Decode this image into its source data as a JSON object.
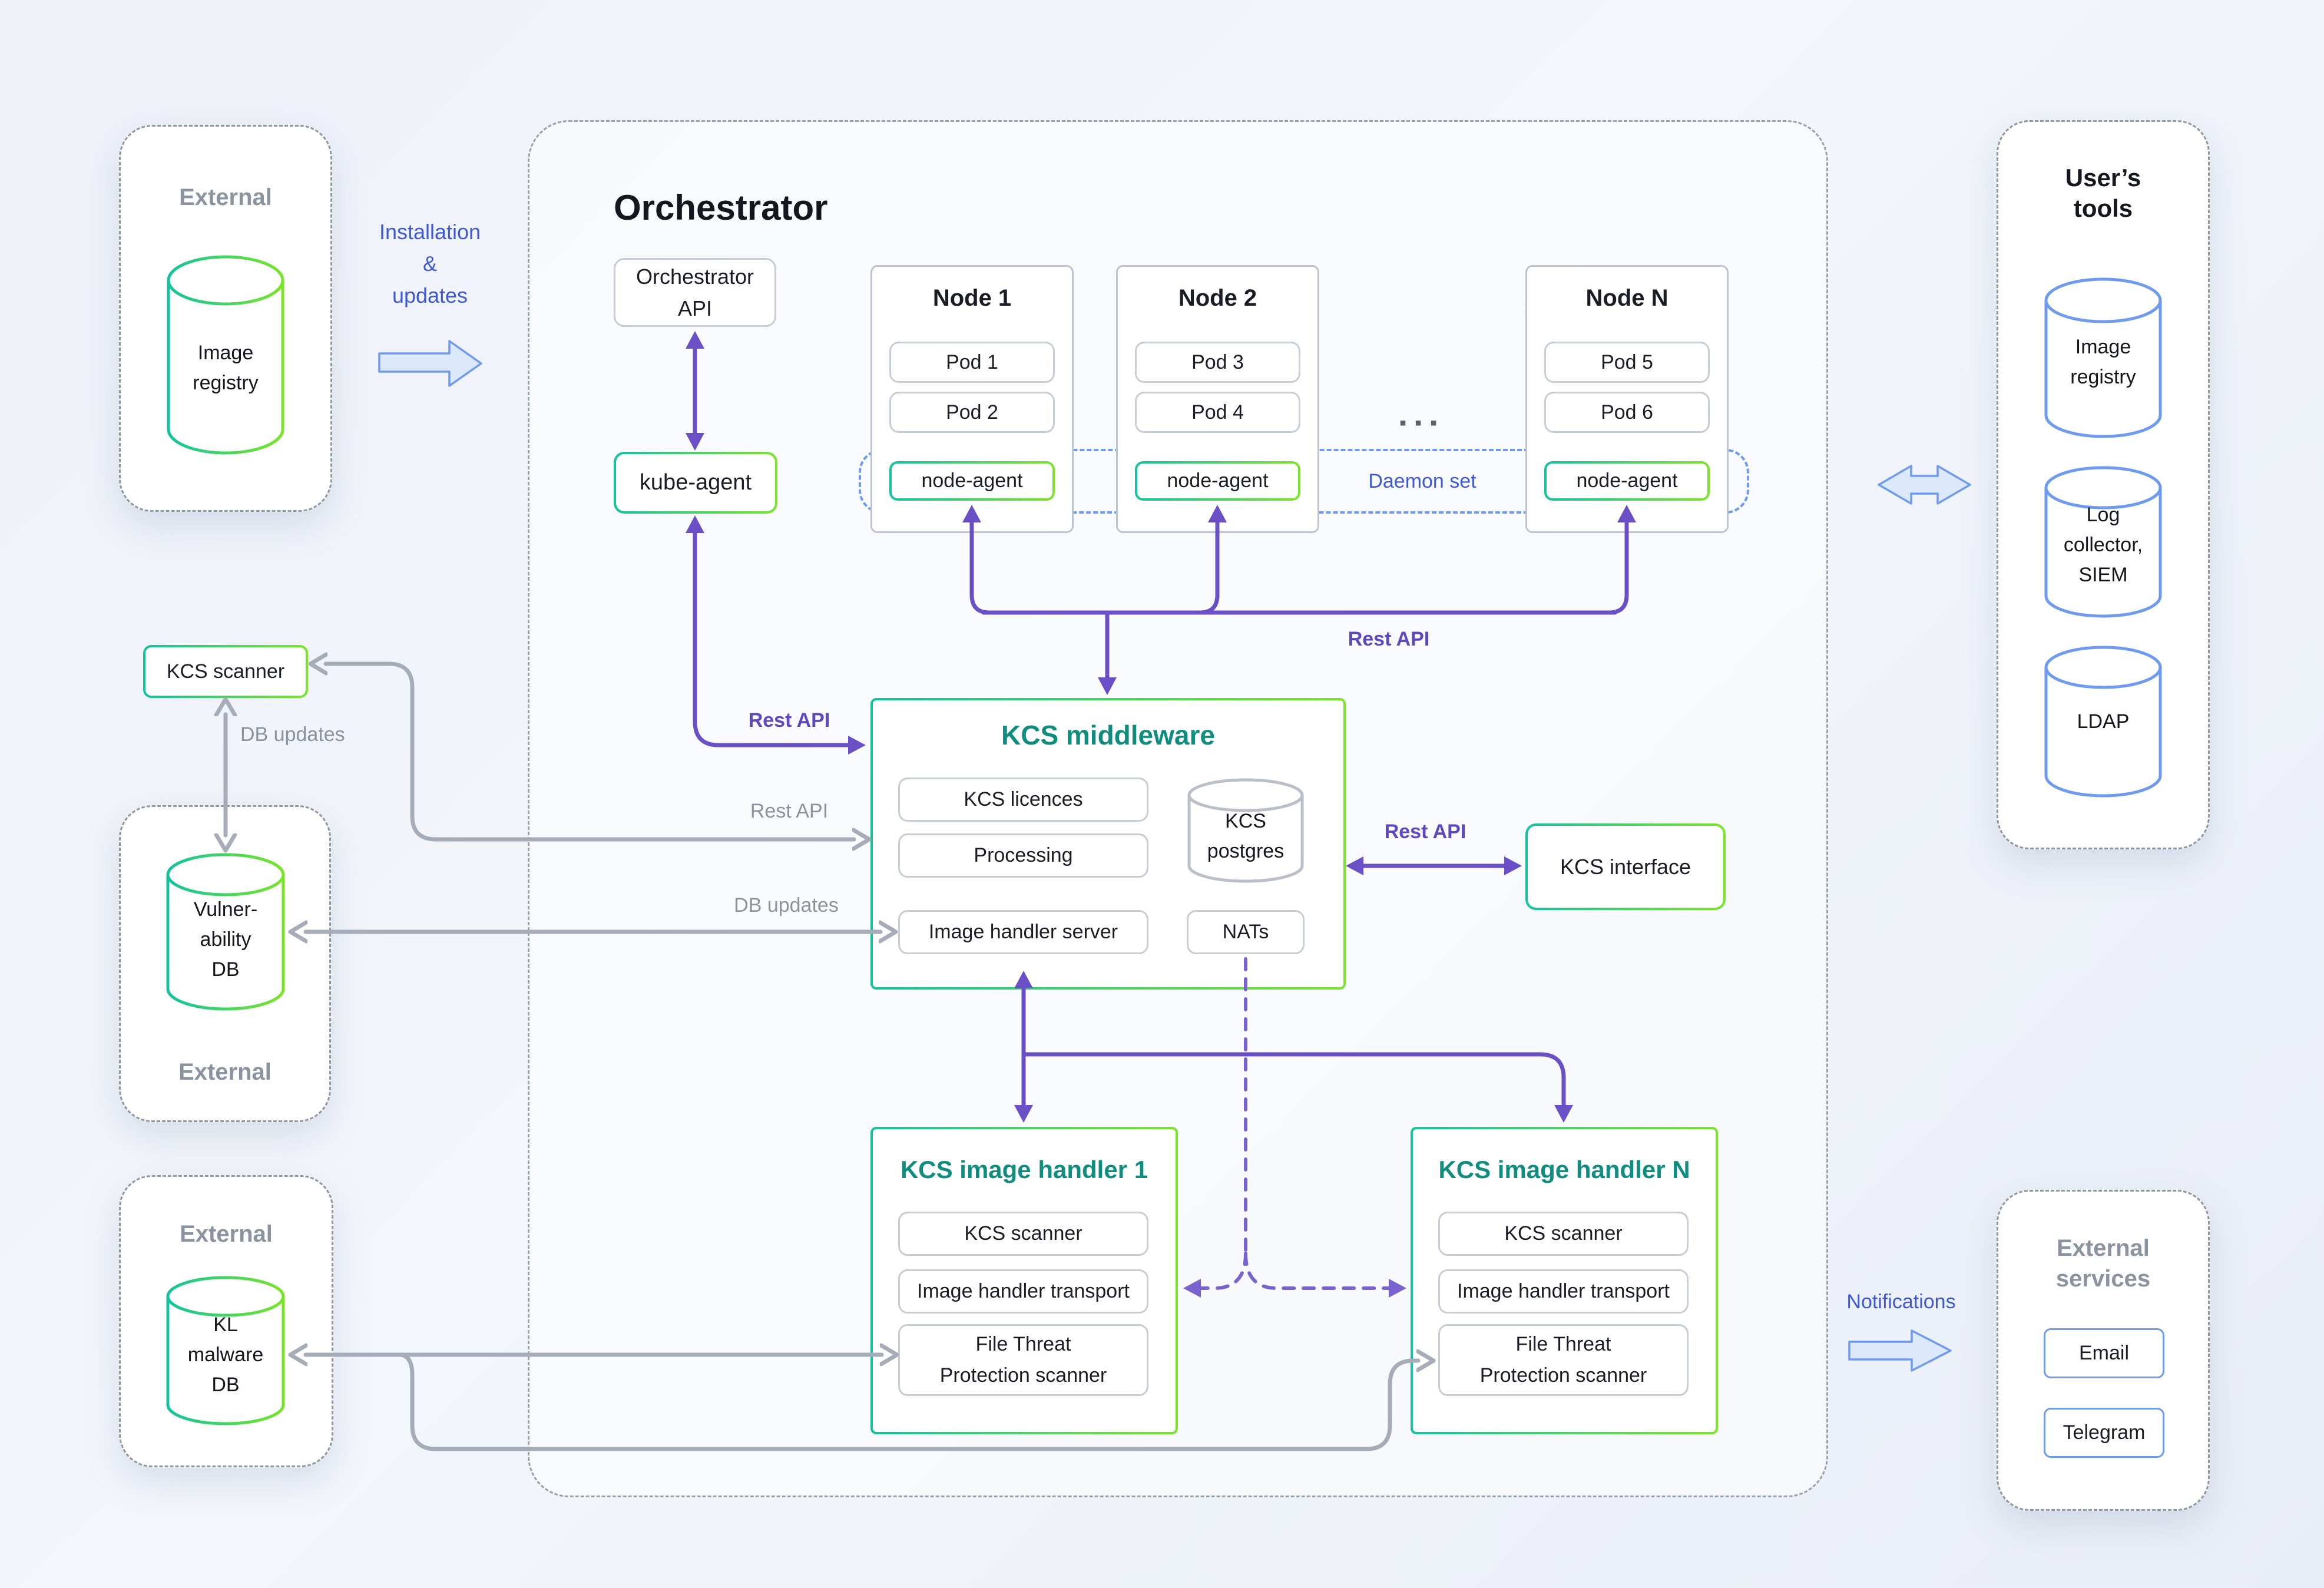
{
  "theme": {
    "green_teal": "#12c39e",
    "green": "#79e626",
    "purple": "#6a4fc7",
    "purple_dashed": "#7a62cf",
    "gray_arrow": "#a6adb8",
    "blue": "#6e9af0",
    "blue_text": "#3e59d3",
    "teal_text": "#0f8d7f",
    "gray_text": "#8b939f"
  },
  "external_top": {
    "title": "External",
    "db": "Image\nregistry"
  },
  "external_mid": {
    "title": "External",
    "db": "Vulner-\nability\nDB"
  },
  "external_bottom": {
    "title": "External",
    "db": "KL\nmalware\nDB"
  },
  "kcs_scanner": "KCS scanner",
  "orchestrator": {
    "title": "Orchestrator",
    "api": "Orchestrator\nAPI",
    "kube_agent": "kube-agent",
    "nodes": [
      {
        "title": "Node 1",
        "pods": [
          "Pod 1",
          "Pod 2"
        ],
        "agent": "node-agent"
      },
      {
        "title": "Node 2",
        "pods": [
          "Pod 3",
          "Pod 4"
        ],
        "agent": "node-agent"
      },
      {
        "title": "Node N",
        "pods": [
          "Pod 5",
          "Pod 6"
        ],
        "agent": "node-agent"
      }
    ]
  },
  "middleware": {
    "title": "KCS middleware",
    "licences": "KCS licences",
    "processing": "Processing",
    "image_handler_server": "Image handler server",
    "postgres": "KCS\npostgres",
    "nats": "NATs"
  },
  "kcs_interface": "KCS interface",
  "handlers": [
    {
      "title": "KCS image handler 1",
      "scanner": "KCS scanner",
      "transport": "Image handler transport",
      "ftp": "File Threat Protection scanner"
    },
    {
      "title": "KCS image handler N",
      "scanner": "KCS scanner",
      "transport": "Image handler transport",
      "ftp": "File Threat Protection scanner"
    }
  ],
  "users_tools": {
    "title": "User’s\ntools",
    "registry": "Image\nregistry",
    "log": "Log\ncollector,\nSIEM",
    "ldap": "LDAP"
  },
  "external_services": {
    "title": "External\nservices",
    "email": "Email",
    "telegram": "Telegram"
  },
  "labels": {
    "installation": "Installation\n&\nupdates",
    "rest_api_nodes": "Rest API",
    "rest_api_kube": "Rest API",
    "rest_api_scanner": "Rest API",
    "rest_api_interface": "Rest API",
    "db_updates_vertical": "DB updates",
    "db_updates_horizontal": "DB updates",
    "daemon_set": "Daemon set",
    "dots": "▪▪▪",
    "notifications": "Notifications"
  }
}
